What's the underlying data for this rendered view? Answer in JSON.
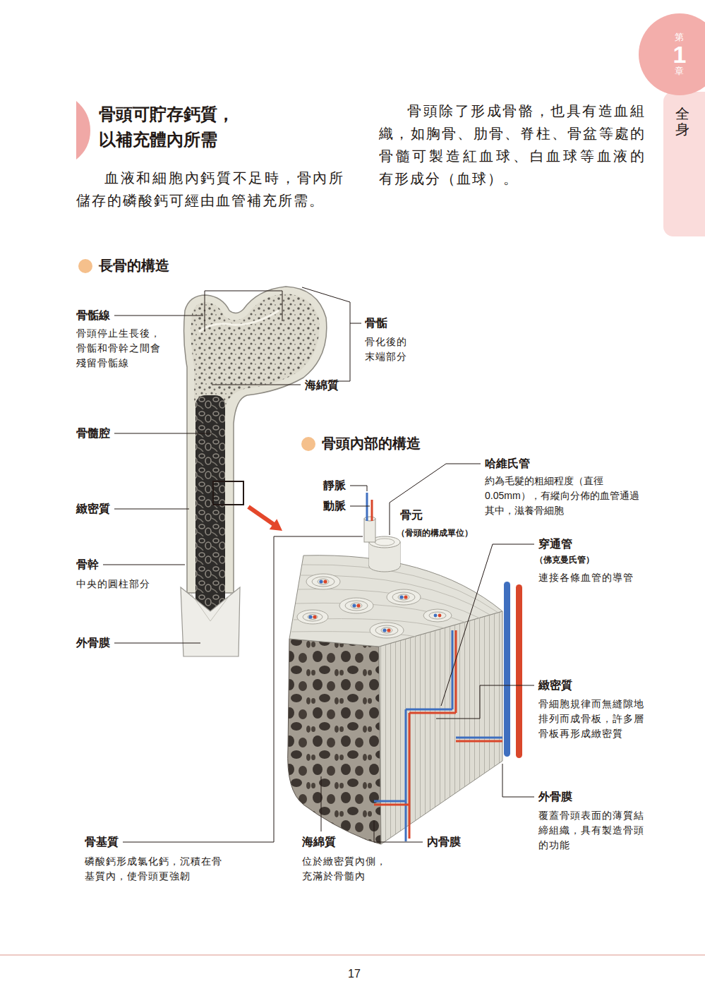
{
  "diagram": {
    "title": "骨頭可貯存鈣質， 以補充體內所需",
    "nodes": [
      {
        "text": [
          "第",
          "1",
          "章"
        ]
      },
      {
        "text": [
          "全身"
        ]
      }
    ],
    "labels": [
      "血液和細胞內鈣質不足時，骨內所 儲存的磷酸鈣可經由血管補充所需。",
      "骨頭除了形成骨骼，也具有造血組 織，如胸骨、肋骨、脊柱、骨盆等處的 骨髓可製造紅血球、白血球等血液的 有形成分（血球）。",
      "長骨的構造",
      "骨骺線",
      "骨頭停止生長後， 骨骺和骨幹之間會 殘留骨骺線",
      "骨骺",
      "骨化後的 末端部分",
      "海綿質",
      "骨髓腔",
      "緻密質",
      "骨幹",
      "中央的圓柱部分",
      "外骨膜",
      "骨頭內部的構造",
      "靜脈",
      "動脈",
      "骨元",
      "（骨頭的構成單位）",
      "哈維氏管",
      "約為毛髮的粗細程度（直徑 0.05mm），有縱向分佈的血管通過 其中，滋養骨細胞",
      "穿通管",
      "（佛克曼氏管）",
      "連接各條血管的導管",
      "緻密質",
      "骨細胞規律而無縫隙地 排列而成骨板，許多層 骨板再形成緻密質",
      "外骨膜",
      "覆蓋骨頭表面的薄質結 締組織，具有製造骨頭 的功能",
      "骨基質",
      "磷酸鈣形成氯化鈣，沉積在骨 基質內，使骨頭更強韌",
      "海綿質",
      "位於緻密質內側， 充滿於骨髓內",
      "內骨膜",
      "17"
    ]
  }
}
